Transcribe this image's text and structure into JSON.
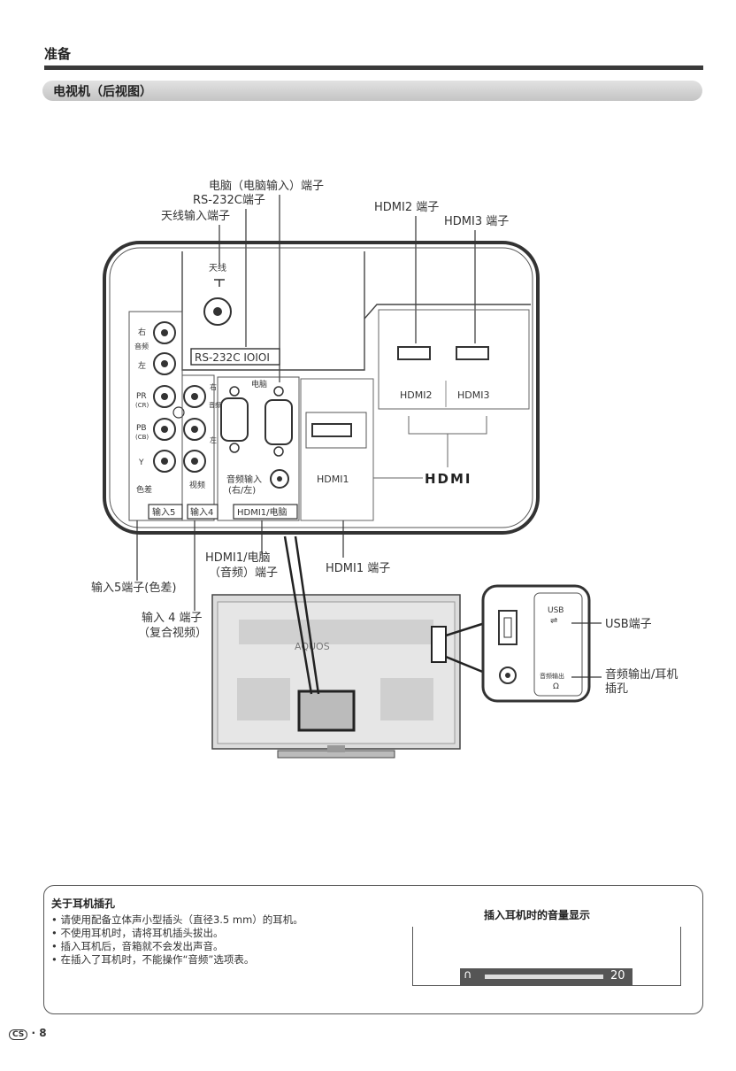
{
  "header": {
    "section": "准备",
    "subtitle": "电视机（后视图）"
  },
  "labels": {
    "pc_terminal": "电脑（电脑输入）端子",
    "rs232_terminal": "RS-232C端子",
    "antenna_terminal": "天线输入端子",
    "hdmi2_terminal": "HDMI2 端子",
    "hdmi3_terminal": "HDMI3 端子",
    "input5_terminal": "输入5端子(色差)",
    "input4_terminal_l1": "输入 4 端子",
    "input4_terminal_l2": "（复合视频）",
    "hdmi1pc_audio_l1": "HDMI1/电脑",
    "hdmi1pc_audio_l2": "（音频）端子",
    "hdmi1_terminal": "HDMI1 端子",
    "usb_terminal": "USB端子",
    "audio_out_l1": "音频输出/耳机",
    "audio_out_l2": "插孔"
  },
  "panel": {
    "antenna": "天线",
    "rs232": "RS-232C IOIOI",
    "right": "右",
    "audio": "音频",
    "left": "左",
    "pr": "PR",
    "cr": "(CR)",
    "pb": "PB",
    "cb": "(CB)",
    "y": "Y",
    "component": "色差",
    "video": "视频",
    "pc": "电脑",
    "audio_in_l1": "音频输入",
    "audio_in_l2": "(右/左)",
    "hdmi1": "HDMI1",
    "hdmi2": "HDMI2",
    "hdmi3": "HDMI3",
    "hdmi_logo": "HDMI",
    "input5": "输入5",
    "input4": "输入4",
    "hdmi1_pc": "HDMI1/电脑",
    "usb": "USB",
    "audio_out": "音频输出",
    "headphone_symbol": "Ω",
    "brand": "AQUOS"
  },
  "note": {
    "title": "关于耳机插孔",
    "items": [
      "请使用配备立体声小型插头（直径3.5 mm）的耳机。",
      "不使用耳机时，请将耳机插头拔出。",
      "插入耳机后，音箱就不会发出声音。",
      "在插入了耳机时，不能操作“音频”选项表。"
    ]
  },
  "volume": {
    "title": "插入耳机时的音量显示",
    "value": "20"
  },
  "footer": {
    "badge": "CS",
    "page": "8"
  }
}
